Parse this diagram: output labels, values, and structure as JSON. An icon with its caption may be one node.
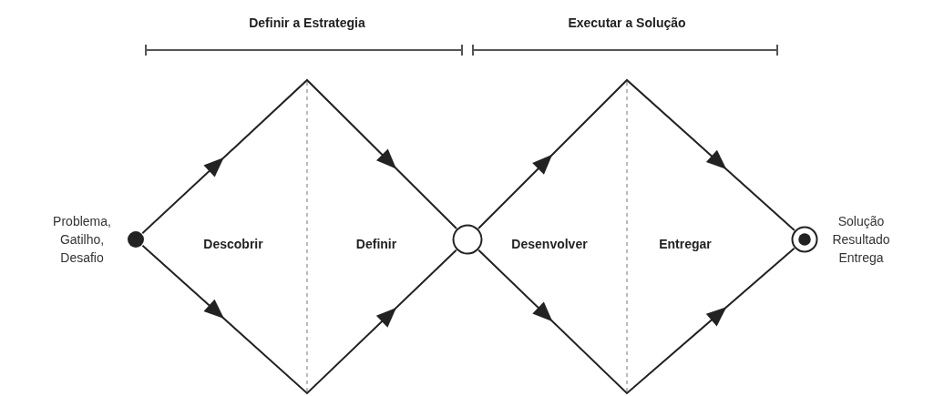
{
  "diagram": {
    "nodes": [
      {
        "text": [],
        "shape": "circle",
        "beside": [
          "Problema, Gatilho, Desafio"
        ]
      },
      {
        "text": [],
        "shape": "circle"
      },
      {
        "text": [],
        "shape": "circle",
        "beside": [
          "Solução Resultado Entrega"
        ]
      }
    ],
    "edges": [
      {
        "from": 0,
        "to": 1,
        "arrow": "to"
      },
      {
        "from": 0,
        "to": 1,
        "arrow": "to"
      },
      {
        "from": 1,
        "to": 2,
        "arrow": "to"
      },
      {
        "from": 1,
        "to": 2,
        "arrow": "to"
      }
    ],
    "labels": [
      "Definir a Estrategia",
      "Executar a Solução",
      "Descobrir",
      "Definir",
      "Desenvolver",
      "Entregar"
    ]
  }
}
